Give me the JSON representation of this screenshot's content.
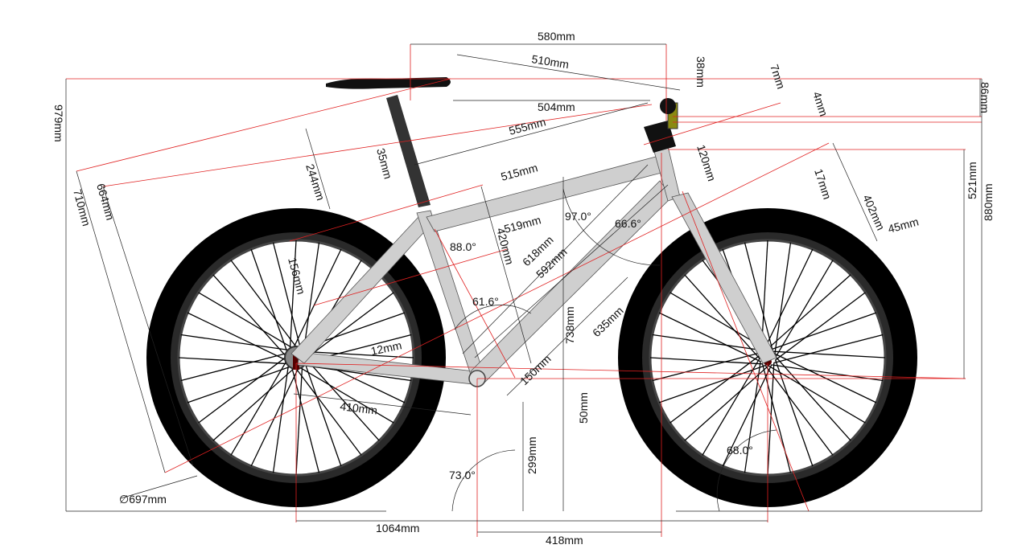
{
  "labels": {
    "stack_top": "580mm",
    "reach_510": "510mm",
    "stem_38": "38mm",
    "spacer_7": "7mm",
    "spacer_4": "4mm",
    "saddle_86": "86mm",
    "reach_504": "504mm",
    "len_555": "555mm",
    "headtube_120": "120mm",
    "spacer_17": "17mm",
    "total_979": "979mm",
    "len_710": "710mm",
    "len_664": "664mm",
    "len_244": "244mm",
    "len_35": "35mm",
    "top_tube_515": "515mm",
    "len_519": "519mm",
    "seat_tube_420": "420mm",
    "len_618": "618mm",
    "len_592": "592mm",
    "angle_97": "97.0°",
    "head_angle": "66.6°",
    "angle_88": "88.0°",
    "fork_402": "402mm",
    "offset_45": "45mm",
    "stack_521": "521mm",
    "height_880": "880mm",
    "len_156": "156mm",
    "angle_61": "61.6°",
    "len_12": "12mm",
    "height_738": "738mm",
    "len_635": "635mm",
    "len_150": "150mm",
    "chainstay_410": "410mm",
    "bb_drop_50": "50mm",
    "bb_height_299": "299mm",
    "angle_73": "73.0°",
    "angle_68": "68.0°",
    "wheel_diameter": "∅697mm",
    "wheelbase": "1064mm",
    "front_center_418": "418mm"
  },
  "colors": {
    "dimension_red": "#e02020",
    "frame": "#cfcfcf",
    "tyre": "#000000",
    "stem_yellow": "#8a8a10"
  }
}
